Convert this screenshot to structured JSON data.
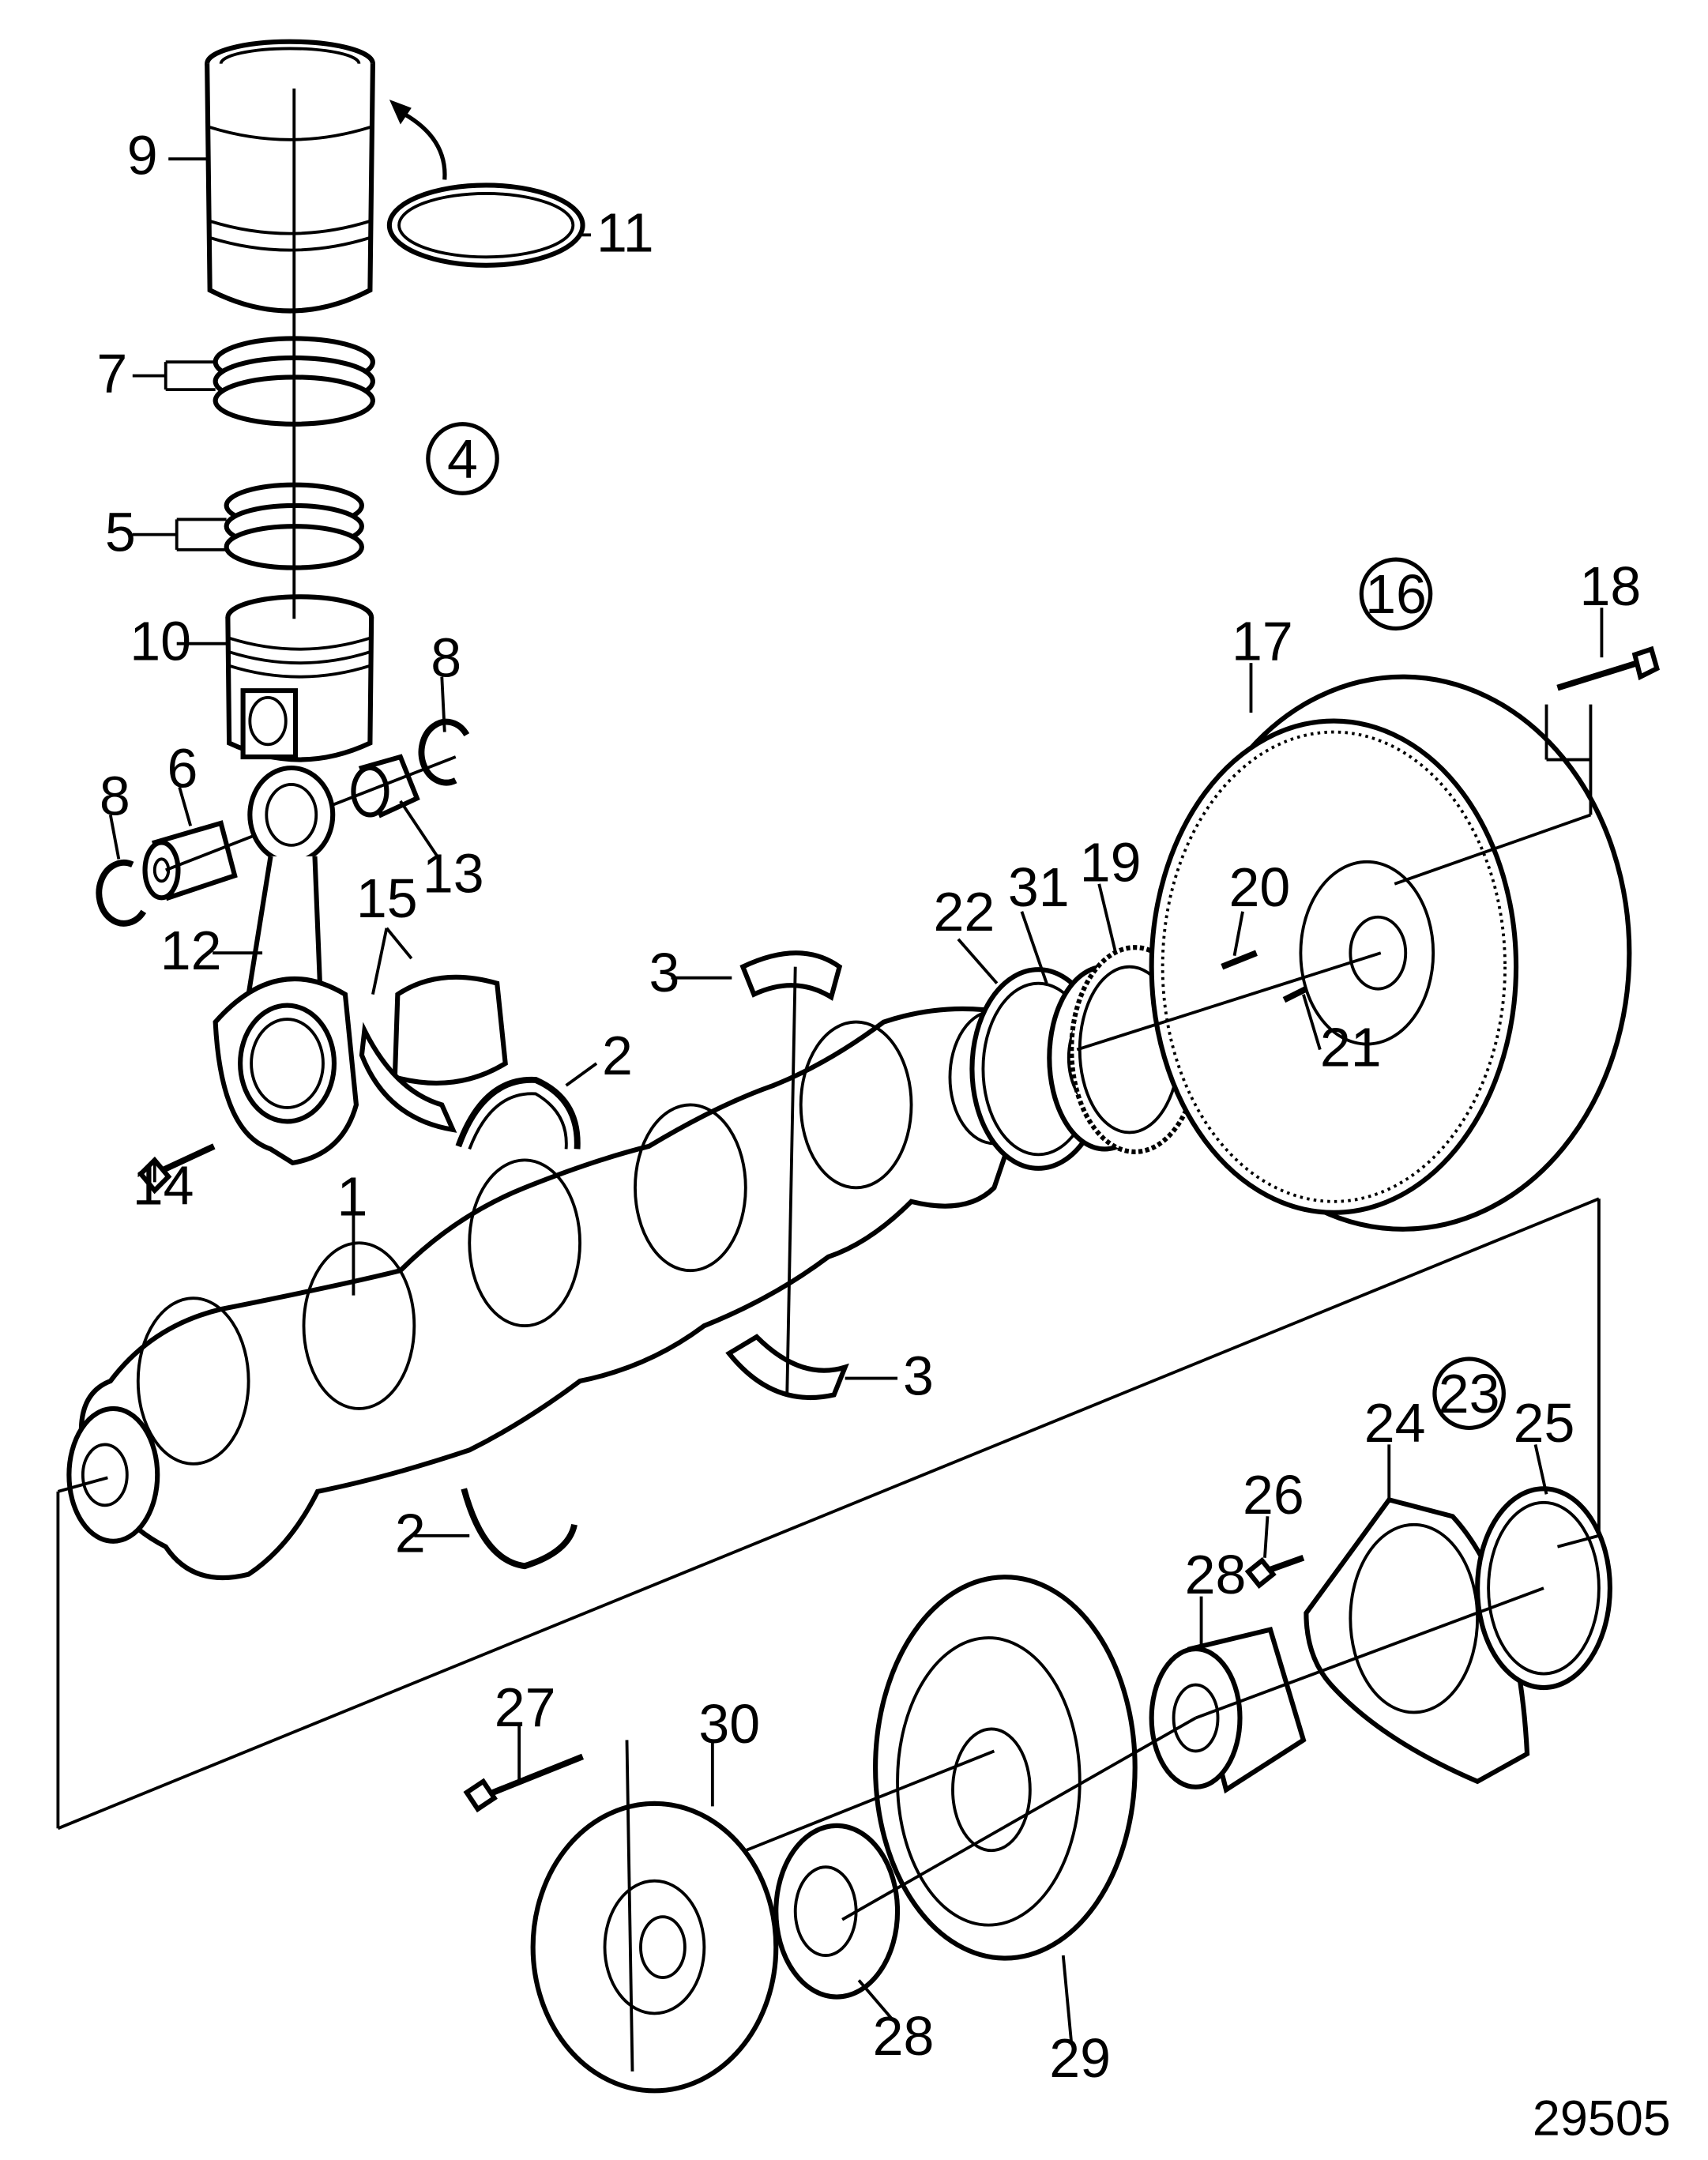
{
  "figure_number": "29505",
  "callouts": [
    "1",
    "2",
    "2",
    "3",
    "3",
    "5",
    "6",
    "7",
    "8",
    "8",
    "9",
    "10",
    "11",
    "12",
    "13",
    "14",
    "15",
    "17",
    "18",
    "19",
    "20",
    "21",
    "22",
    "24",
    "25",
    "26",
    "27",
    "28",
    "28",
    "29",
    "30",
    "31"
  ],
  "circled_refs": [
    "4",
    "16",
    "23"
  ],
  "parts": [
    {
      "key": "crankshaft",
      "icon": "crankshaft-icon"
    },
    {
      "key": "thrust-washer",
      "icon": "thrust-washer-icon"
    },
    {
      "key": "main-bearing",
      "icon": "main-bearing-icon"
    },
    {
      "key": "cylinder-liner",
      "icon": "cylinder-liner-icon"
    },
    {
      "key": "piston",
      "icon": "piston-icon"
    },
    {
      "key": "piston-rings",
      "icon": "piston-ring-icon"
    },
    {
      "key": "seal-ring",
      "icon": "seal-ring-icon"
    },
    {
      "key": "connecting-rod",
      "icon": "connecting-rod-icon"
    },
    {
      "key": "big-end-bearing",
      "icon": "big-end-bearing-icon"
    },
    {
      "key": "piston-pin",
      "icon": "piston-pin-icon"
    },
    {
      "key": "circlip",
      "icon": "circlip-icon"
    },
    {
      "key": "bushing",
      "icon": "bushing-icon"
    },
    {
      "key": "flywheel",
      "icon": "flywheel-icon"
    },
    {
      "key": "gear",
      "icon": "gear-icon"
    },
    {
      "key": "vibration-damper",
      "icon": "vibration-damper-icon"
    },
    {
      "key": "pulley",
      "icon": "pulley-icon"
    },
    {
      "key": "hub",
      "icon": "hub-icon"
    },
    {
      "key": "seal-housing",
      "icon": "seal-housing-icon"
    },
    {
      "key": "bolt",
      "icon": "bolt-icon"
    }
  ]
}
